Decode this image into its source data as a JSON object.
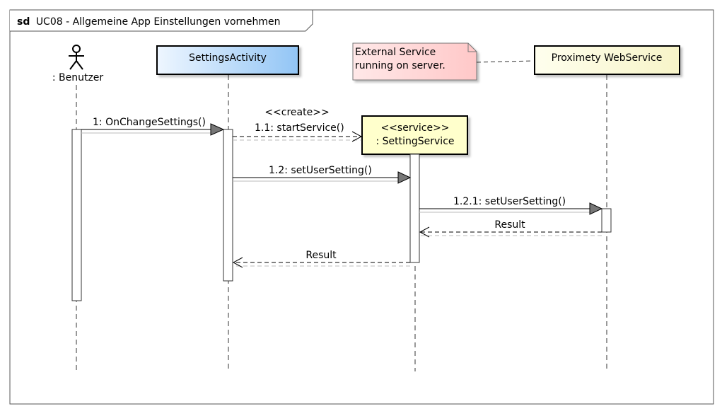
{
  "frame": {
    "keyword": "sd",
    "title": "UC08 - Allgemeine App Einstellungen vornehmen"
  },
  "participants": [
    {
      "label": ": Benutzer"
    },
    {
      "label": "SettingsActivity"
    },
    {
      "label": "<<service>>",
      "label2": ": SettingService"
    },
    {
      "label": "Proximety WebService"
    }
  ],
  "note": {
    "line1": "External Service",
    "line2": "running on server."
  },
  "messages": {
    "m1": "1: OnChangeSettings()",
    "m11_stereotype": "<<create>>",
    "m11": "1.1: startService()",
    "m12": "1.2: setUserSetting()",
    "m121": "1.2.1: setUserSetting()",
    "r121": "Result",
    "r12": "Result"
  },
  "colors": {
    "settings_activity_gradient": [
      "#e8f3ff",
      "#9ccaf7"
    ],
    "service_fill": "#ffffcc",
    "webservice_gradient": [
      "#ffffe6",
      "#fafad2"
    ],
    "note_fill": "#ffdada"
  }
}
